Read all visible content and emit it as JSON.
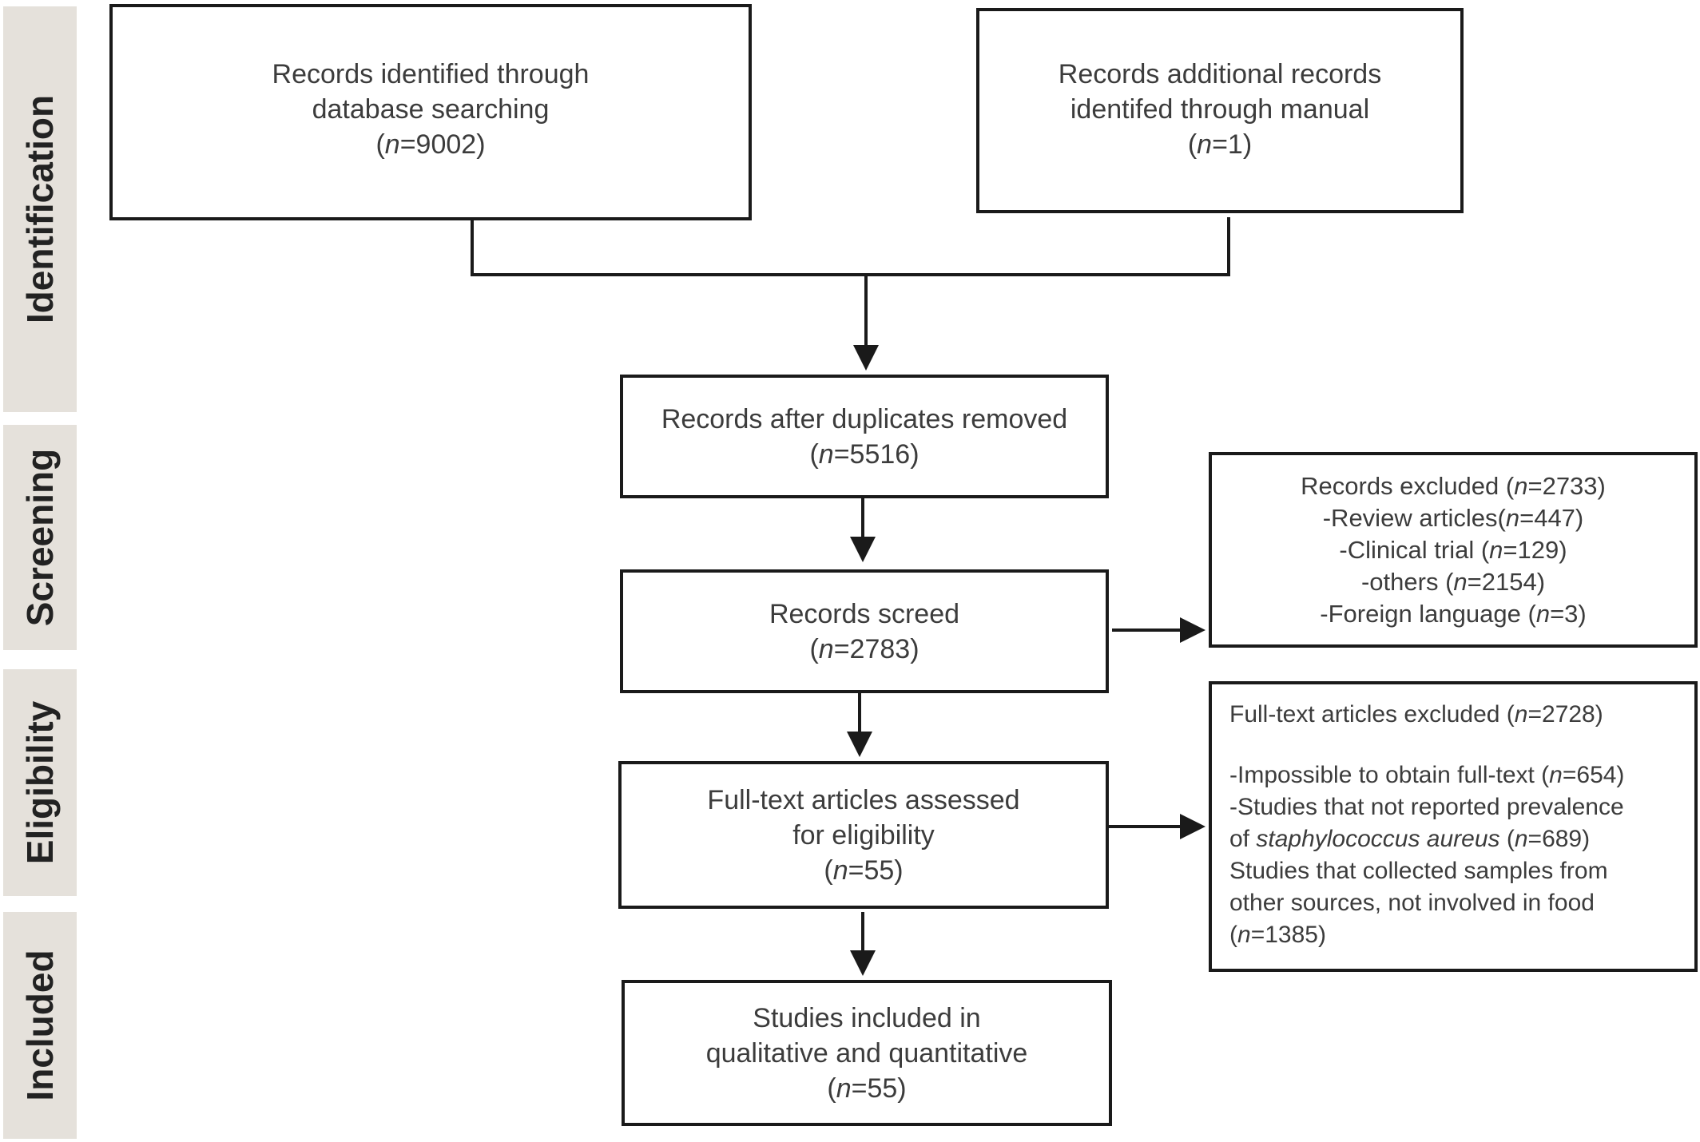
{
  "phases": {
    "identification": "Identification",
    "screening": "Screening",
    "eligibility": "Eligibility",
    "included": "Included"
  },
  "boxes": {
    "database": {
      "line1": "Records identified through",
      "line2": "database searching",
      "count_open": "(",
      "n": "n",
      "count_value": "=9002)"
    },
    "additional": {
      "line1": "Records  additional records",
      "line2": "identifed through manual",
      "count_open": "(",
      "n": "n",
      "count_value": "=1)"
    },
    "after_duplicates": {
      "line1": "Records after duplicates removed",
      "count_open": "(",
      "n": "n",
      "count_value": "=5516)"
    },
    "screened": {
      "line1": "Records screed",
      "count_open": "(",
      "n": "n",
      "count_value": "=2783)"
    },
    "records_excluded": {
      "title": "Records excluded (",
      "title_n": "n",
      "title_value": "=2733)",
      "items": [
        {
          "pre": "-Review articles(",
          "n": "n",
          "post": "=447)"
        },
        {
          "pre": "-Clinical trial (",
          "n": "n",
          "post": "=129)"
        },
        {
          "pre": "-others (",
          "n": "n",
          "post": "=2154)"
        },
        {
          "pre": "-Foreign language (",
          "n": "n",
          "post": "=3)"
        }
      ]
    },
    "full_text_assessed": {
      "line1": "Full-text articles assessed",
      "line2": "for eligibility",
      "count_open": "(",
      "n": "n",
      "count_value": "=55)"
    },
    "full_text_excluded": {
      "title": "Full-text articles excluded (",
      "title_n": "n",
      "title_value": "=2728)",
      "item1_pre": "-Impossible to obtain full-text (",
      "item1_n": "n",
      "item1_post": "=654)",
      "item2_line1": "-Studies that not reported prevalence",
      "item2_pre": "of ",
      "item2_species": "staphylococcus aureus",
      "item2_mid": " (",
      "item2_n": "n",
      "item2_post": "=689)",
      "item3_line1": "Studies that collected samples from",
      "item3_line2": "other sources, not involved in food",
      "item3_pre": "(",
      "item3_n": "n",
      "item3_post": "=1385)"
    },
    "included": {
      "line1": "Studies included in",
      "line2": "qualitative and quantitative",
      "count_open": "(",
      "n": "n",
      "count_value": "=55)"
    }
  }
}
